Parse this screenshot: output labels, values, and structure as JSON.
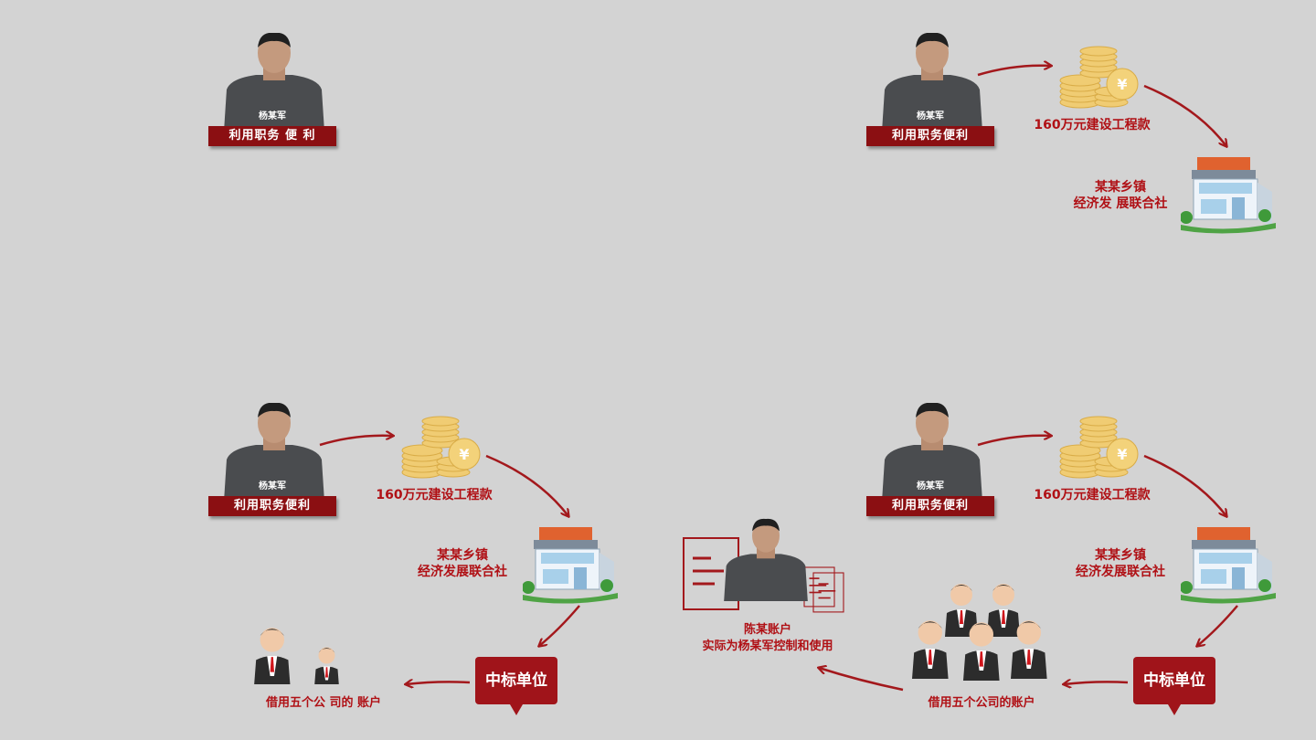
{
  "panel1": {
    "name": "杨某军",
    "label": "利用职务 便 利"
  },
  "panel2": {
    "name": "杨某军",
    "label": "利用职务便利",
    "money": "160万元建设工程款",
    "coop": "某某乡镇\n经济发 展联合社"
  },
  "panel3": {
    "name": "杨某军",
    "label": "利用职务便利",
    "money": "160万元建设工程款",
    "coop": "某某乡镇\n经济发展联合社",
    "winner": "中标单位",
    "accounts": "借用五个公 司的 账户"
  },
  "panel4": {
    "name": "杨某军",
    "label": "利用职务便利",
    "money": "160万元建设工程款",
    "coop": "某某乡镇\n经济发展联合社",
    "winner": "中标单位",
    "accounts": "借用五个公司的账户",
    "chen": "陈某账户\n实际为杨某军控制和使用"
  },
  "colors": {
    "accent": "#8b0f12",
    "text_red": "#b01015",
    "arrow": "#a3181c",
    "background": "#d3d3d3"
  },
  "icons": [
    "person-photo",
    "coin-stack-icon",
    "building-icon",
    "businessmen-icon",
    "document-icon"
  ]
}
